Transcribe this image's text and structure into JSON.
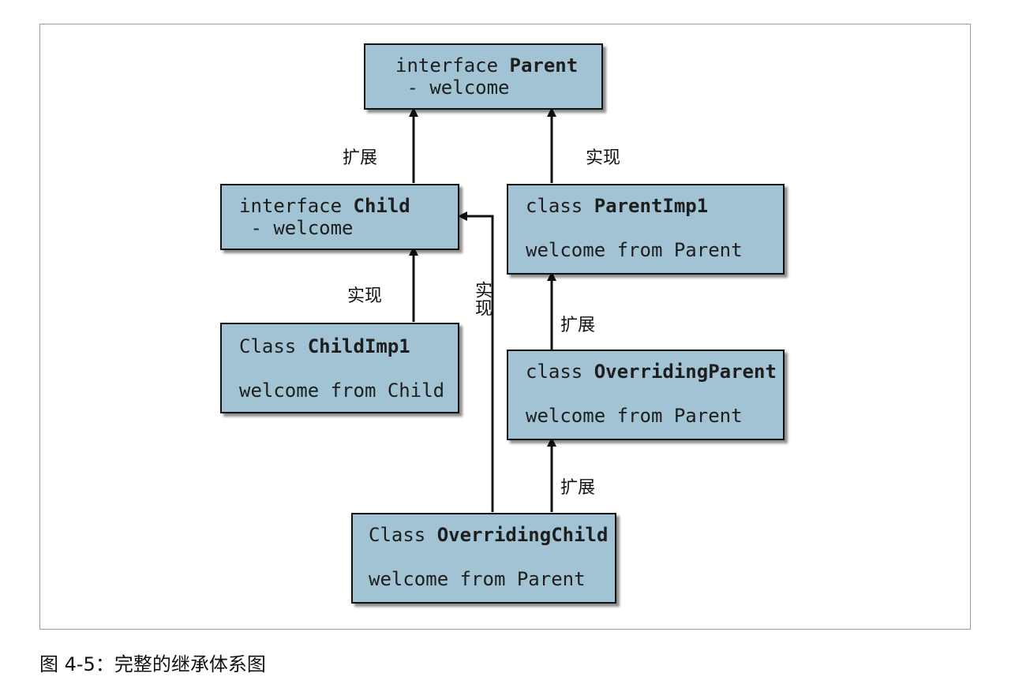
{
  "nodes": {
    "parent": {
      "keyword": "interface ",
      "name": "Parent",
      "member": " - welcome"
    },
    "child": {
      "keyword": "interface ",
      "name": "Child",
      "member": " - welcome"
    },
    "parent_impl": {
      "keyword": "class ",
      "name": "ParentImp1",
      "member": "welcome from Parent"
    },
    "child_impl": {
      "keyword": "Class ",
      "name": "ChildImp1",
      "member": "welcome from Child"
    },
    "overriding_parent": {
      "keyword": "class ",
      "name": "OverridingParent",
      "member": "welcome from Parent"
    },
    "overriding_child": {
      "keyword": "Class ",
      "name": "OverridingChild",
      "member": "welcome from Parent"
    }
  },
  "edges": {
    "child_to_parent": "扩展",
    "parent_impl_to_parent": "实现",
    "child_impl_to_child": "实现",
    "overriding_child_to_child": "实现",
    "overriding_parent_to_parent_impl": "扩展",
    "overriding_child_to_overriding_parent": "扩展"
  },
  "caption": "图 4-5：完整的继承体系图"
}
